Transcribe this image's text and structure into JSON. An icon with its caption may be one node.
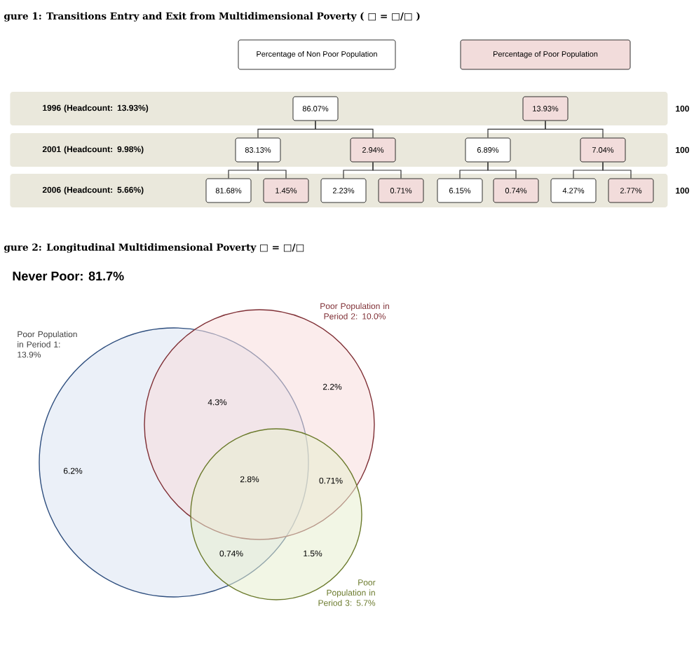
{
  "diagram": {
    "nodes": [
      {
        "text": [
          "1996 (Headcount: 13.93%)"
        ]
      },
      {
        "text": [
          "2001 (Headcount: 9.98%)"
        ]
      },
      {
        "text": [
          "2006 (Headcount: 5.66%)"
        ]
      },
      {
        "text": [
          "86.07%"
        ],
        "in": 0
      },
      {
        "text": [
          "13.93%"
        ],
        "in": 0
      },
      {
        "text": [
          "83.13%"
        ],
        "in": 1
      },
      {
        "text": [
          "2.94%"
        ],
        "in": 1
      },
      {
        "text": [
          "6.89%"
        ],
        "in": 1
      },
      {
        "text": [
          "7.04%"
        ],
        "in": 1
      },
      {
        "text": [
          "81.68%"
        ],
        "in": 2
      },
      {
        "text": [
          "1.45%"
        ],
        "in": 2
      },
      {
        "text": [
          "2.23%"
        ],
        "in": 2
      },
      {
        "text": [
          "0.71%"
        ],
        "in": 2
      },
      {
        "text": [
          "6.15%"
        ],
        "in": 2
      },
      {
        "text": [
          "0.74%"
        ],
        "in": 2
      },
      {
        "text": [
          "4.27%"
        ],
        "in": 2
      },
      {
        "text": [
          "2.77%"
        ],
        "in": 2
      },
      {
        "text": [
          "Poor Population in Period 1: 13.9%"
        ]
      },
      {
        "text": [
          "Poor Population in Period 2: 10.0%"
        ]
      },
      {
        "text": [
          "Poor Population in Period 3: 5.7%"
        ]
      }
    ],
    "edges": [
      {
        "from": 3,
        "to": 5,
        "arrow": "none"
      },
      {
        "from": 3,
        "to": 6,
        "arrow": "none"
      },
      {
        "from": 4,
        "to": 7,
        "arrow": "none"
      },
      {
        "from": 4,
        "to": 8,
        "arrow": "none"
      },
      {
        "from": 5,
        "to": 9,
        "arrow": "none"
      },
      {
        "from": 5,
        "to": 10,
        "arrow": "none"
      },
      {
        "from": 6,
        "to": 11,
        "arrow": "none"
      },
      {
        "from": 6,
        "to": 12,
        "arrow": "none"
      },
      {
        "from": 7,
        "to": 13,
        "arrow": "none"
      },
      {
        "from": 7,
        "to": 14,
        "arrow": "none"
      },
      {
        "from": 8,
        "to": 15,
        "arrow": "none"
      },
      {
        "from": 8,
        "to": 16,
        "arrow": "none"
      }
    ],
    "labels": [
      "gure 1: Transitions Entry and Exit from Multidimensional Poverty ( □ = □/□ )",
      "100",
      "100",
      "100",
      "gure 2: Longitudinal Multidimensional Poverty □ = □/□",
      "Never Poor: 81.7%",
      "4.3%",
      "2.2%",
      "6.2%",
      "2.8%",
      "0.71%",
      "0.74%",
      "1.5%"
    ],
    "legend": [
      {
        "text": "Percentage of Non Poor Population"
      },
      {
        "text": "Percentage of Poor Population",
        "color": "#f2dcdb"
      }
    ]
  }
}
